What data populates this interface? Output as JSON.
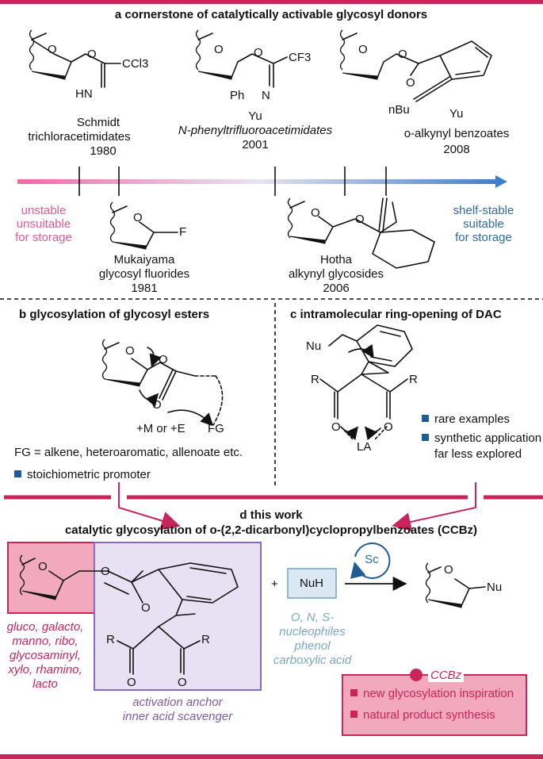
{
  "section_a": {
    "title": "a cornerstone of catalytically activable glycosyl donors",
    "donors_top": [
      {
        "name": "Schmidt",
        "type": "trichloracetimidates",
        "year": "1980"
      },
      {
        "name": "Yu",
        "type": "N-phenyltrifluoroacetimidates",
        "year": "2001"
      },
      {
        "name": "Yu",
        "type": "o-alkynyl benzoates",
        "year": "2008"
      }
    ],
    "donors_bottom": [
      {
        "name": "Mukaiyama",
        "type": "glycosyl fluorides",
        "year": "1981"
      },
      {
        "name": "Hotha",
        "type": "alkynyl glycosides",
        "year": "2006"
      }
    ],
    "left_note": [
      "unstable",
      "unsuitable",
      "for storage"
    ],
    "right_note": [
      "shelf-stable",
      "suitable",
      "for storage"
    ]
  },
  "section_b": {
    "title": "b glycosylation of glycosyl esters",
    "reagent": "+M or +E",
    "fg": "FG",
    "fg_note": "FG = alkene, heteroaromatic, allenoate etc.",
    "bullet": "stoichiometric promoter"
  },
  "section_c": {
    "title": "c intramolecular ring-opening of DAC",
    "bullets": [
      "rare examples",
      "synthetic application",
      "far less explored"
    ]
  },
  "section_d": {
    "title_line1": "d this work",
    "title_line2": "catalytic glycosylation of o-(2,2-dicarbonyl)cyclopropylbenzoates (CCBz)",
    "sugars": [
      "gluco, galacto,",
      "manno, ribo,",
      "glycosaminyl,",
      "xylo, rhamino,",
      "lacto"
    ],
    "anchor": [
      "activation anchor",
      "inner acid scavenger"
    ],
    "nuh": "NuH",
    "catalyst": "Sc",
    "nucleophiles": [
      "O, N, S-",
      "nucleophiles",
      "phenol",
      "carboxylic acid"
    ],
    "ccbz_label": "CCBz",
    "ccbz_points": [
      "new glycosylation inspiration",
      "natural product synthesis"
    ]
  },
  "atoms": {
    "O": "O",
    "N": "N",
    "F": "F",
    "CCl3": "CCl3",
    "CF3": "CF3",
    "HN": "HN",
    "Ph": "Ph",
    "Bu": "nBu",
    "Yu": "Yu",
    "Nu": "Nu",
    "R": "R",
    "LA": "LA",
    "plus": "+"
  },
  "colors": {
    "accent": "#c8265a",
    "timeline_start": "#f06aa6",
    "timeline_end": "#3f7fd0",
    "box_pink": "#f2a9be",
    "box_purple": "#e8e1f3",
    "box_blue": "#dbe8f4"
  }
}
